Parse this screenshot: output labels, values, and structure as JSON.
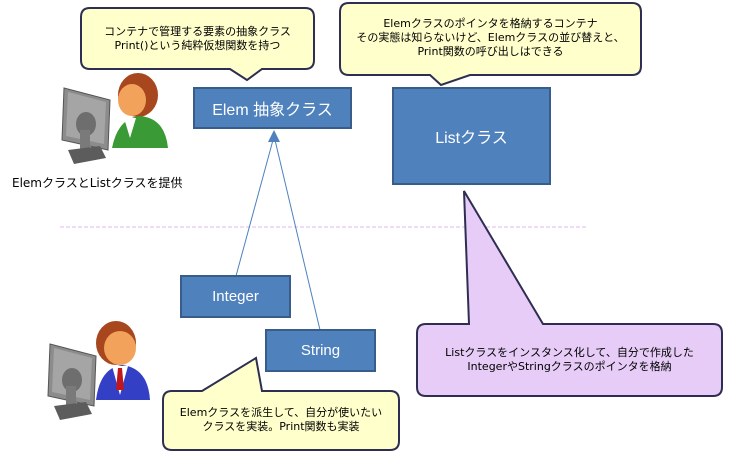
{
  "colors": {
    "class_box_fill": "#4f81bd",
    "class_box_border": "#385d8a",
    "yellow_callout_fill": "#ffffcc",
    "purple_callout_fill": "#e6ccf7",
    "callout_border": "#2e2e52",
    "divider": "#e0b8f0",
    "arrow": "#4f81bd"
  },
  "callouts": {
    "elem_description": {
      "lines": [
        "コンテナで管理する要素の抽象クラス",
        "Print()という純粋仮想関数を持つ"
      ]
    },
    "list_description": {
      "lines": [
        "Elemクラスのポインタを格納するコンテナ",
        "その実態は知らないけど、Elemクラスの並び替えと、",
        "Print関数の呼び出しはできる"
      ]
    },
    "derive_description": {
      "lines": [
        "Elemクラスを派生して、自分が使いたい",
        "クラスを実装。Print関数も実装"
      ]
    },
    "instantiate_description": {
      "lines": [
        "Listクラスをインスタンス化して、自分で作成した",
        "IntegerやStringクラスのポインタを格納"
      ]
    }
  },
  "classes": {
    "elem": "Elem 抽象クラス",
    "list": "Listクラス",
    "integer": "Integer",
    "string": "String"
  },
  "actors": {
    "provider": {
      "icon": "female-user-at-computer-icon",
      "caption": "ElemクラスとListクラスを提供"
    },
    "user": {
      "icon": "male-user-at-computer-icon",
      "caption": ""
    }
  }
}
